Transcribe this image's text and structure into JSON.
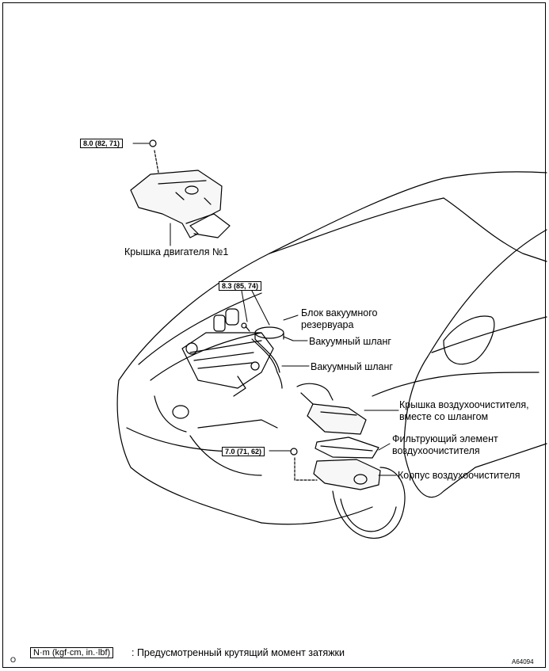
{
  "torque_specs": {
    "engine_cover_nut": "8.0 (82, 71)",
    "vacuum_tank_bolts": "8.3 (85, 74)",
    "air_cleaner_bolt": "7.0 (71, 62)"
  },
  "labels": {
    "engine_cover": "Крышка двигателя №1",
    "vacuum_tank_line1": "Блок вакуумного",
    "vacuum_tank_line2": "резервуара",
    "vacuum_hose_1": "Вакуумный шланг",
    "vacuum_hose_2": "Вакуумный шланг",
    "air_cleaner_cap_line1": "Крышка воздухоочистителя,",
    "air_cleaner_cap_line2": "вместе со шлангом",
    "filter_element_line1": "Фильтрующий элемент",
    "filter_element_line2": "воздухоочистителя",
    "air_cleaner_case": "Корпус воздухоочистителя"
  },
  "legend": {
    "unit_box": "N·m (kgf·cm, in.·lbf)",
    "description": ": Предусмотренный крутящий момент затяжки"
  },
  "footer": {
    "left_mark": "O",
    "figure_code": "A64094"
  }
}
